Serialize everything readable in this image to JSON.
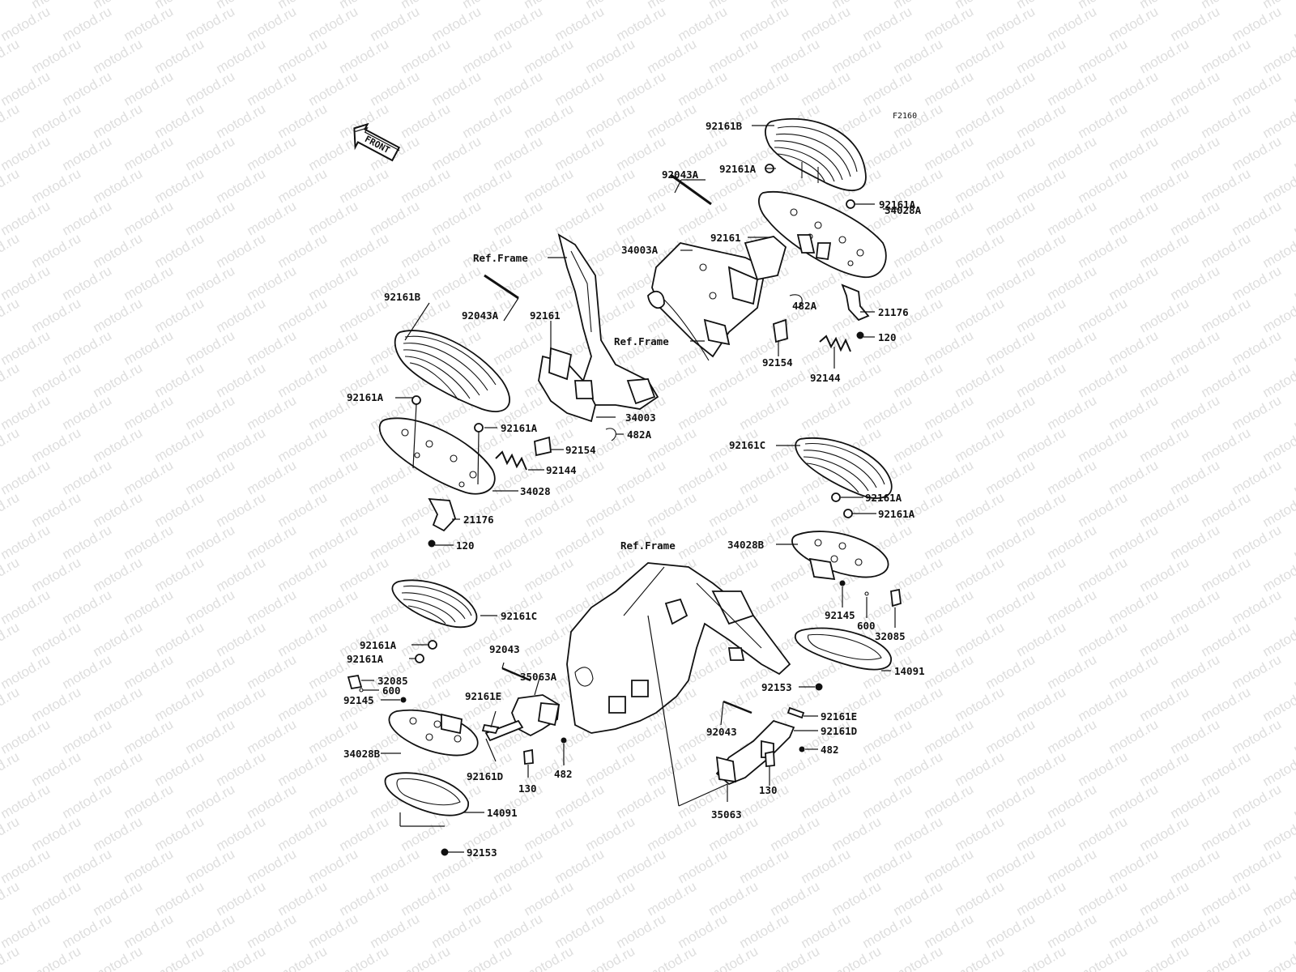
{
  "diagram_code": "F2160",
  "watermark": "motod.ru",
  "front_label": "FRONT",
  "labels": {
    "p92161B_top": "92161B",
    "p92043A_top": "92043A",
    "p92161A_top1": "92161A",
    "p92161A_top2": "92161A",
    "p34028A": "34028A",
    "p34003A": "34003A",
    "p92161_top": "92161",
    "refframe_1": "Ref.Frame",
    "refframe_2": "Ref.Frame",
    "refframe_3": "Ref.Frame",
    "p482A_top": "482A",
    "p21176_top": "21176",
    "p120_top": "120",
    "p92154_top": "92154",
    "p92144_top": "92144",
    "p92161B_left": "92161B",
    "p92043A_left": "92043A",
    "p92161_left": "92161",
    "p92161A_left1": "92161A",
    "p92161A_left2": "92161A",
    "p34003": "34003",
    "p482A_left": "482A",
    "p92154_left": "92154",
    "p92144_left": "92144",
    "p34028": "34028",
    "p21176_left": "21176",
    "p120_left": "120",
    "p92161C_right": "92161C",
    "p92161A_r1": "92161A",
    "p92161A_r2": "92161A",
    "p34028B_right": "34028B",
    "p92145_right": "92145",
    "p600_right": "600",
    "p32085_right": "32085",
    "p14091_right": "14091",
    "p92153_right": "92153",
    "p92161E_right": "92161E",
    "p92043_right": "92043",
    "p92161D_right": "92161D",
    "p482_right": "482",
    "p130_right": "130",
    "p35063": "35063",
    "p92161C_left": "92161C",
    "p92161A_l1": "92161A",
    "p92161A_l2": "92161A",
    "p32085_left": "32085",
    "p600_left": "600",
    "p92145_left": "92145",
    "p92043_left": "92043",
    "p35063A": "35063A",
    "p92161E_left": "92161E",
    "p34028B_left": "34028B",
    "p92161D_left": "92161D",
    "p130_left": "130",
    "p482_left": "482",
    "p14091_left": "14091",
    "p92153_left": "92153"
  }
}
